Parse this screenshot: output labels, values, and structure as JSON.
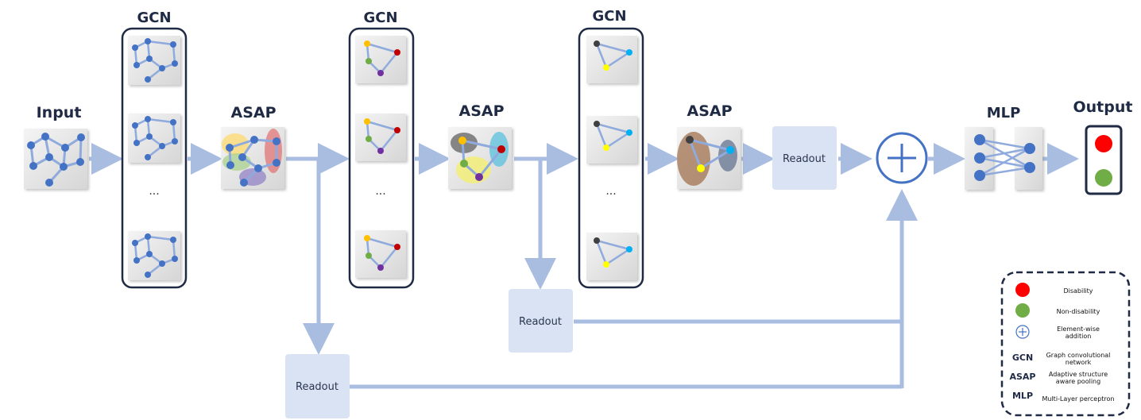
{
  "stages": {
    "input_label": "Input",
    "gcn_label": "GCN",
    "asap_label": "ASAP",
    "readout_label": "Readout",
    "mlp_label": "MLP",
    "output_label": "Output",
    "ellipsis": "..."
  },
  "legend": {
    "disability": "Disability",
    "non_disability": "Non-disability",
    "addition_line1": "Element-wise",
    "addition_line2": "addition",
    "gcn_abbr": "GCN",
    "gcn_line1": "Graph convolutional",
    "gcn_line2": "network",
    "asap_abbr": "ASAP",
    "asap_line1": "Adaptive structure",
    "asap_line2": "aware pooling",
    "mlp_abbr": "MLP",
    "mlp_text": "Multi-Layer perceptron"
  },
  "colors": {
    "arrow": "#a9bde0",
    "node": "#4472c4",
    "edge": "#8faadc",
    "readout_box": "#dae3f3",
    "frame": "#1f2a44",
    "disability": "#ff0000",
    "non_disability": "#70ad47",
    "yellow_node": "#ffc000",
    "red_node": "#c00000",
    "green_node": "#70ad47",
    "purple_node": "#7030a0",
    "black_node": "#404040",
    "cyan_node": "#00b0f0",
    "lime_node": "#ffff00"
  }
}
